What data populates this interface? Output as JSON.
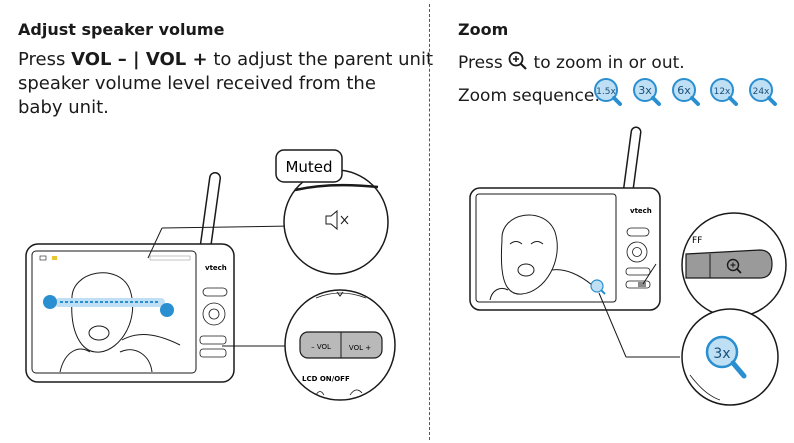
{
  "left": {
    "heading": "Adjust speaker volume",
    "line1_prefix": "Press ",
    "line1_keys": "VOL – | VOL +",
    "line1_suffix": " to adjust the parent unit",
    "line2": "speaker volume level received from the",
    "line3": "baby unit.",
    "callout_muted": "Muted",
    "vol_minus": "– VOL",
    "vol_plus": "VOL +",
    "lcd_label": "LCD ON/OFF",
    "brand": "vtech"
  },
  "right": {
    "heading": "Zoom",
    "press_prefix": "Press ",
    "press_suffix": " to zoom in or out.",
    "sequence_label": "Zoom sequence:",
    "zoom_levels": [
      "1.5x",
      "3x",
      "6x",
      "12x",
      "24x"
    ],
    "callout_off": "FF",
    "callout_zoom": "3x",
    "brand": "vtech"
  },
  "colors": {
    "accent": "#2a8fd0",
    "accent_light": "#bfe0f4",
    "dark": "#1a1a1a"
  }
}
